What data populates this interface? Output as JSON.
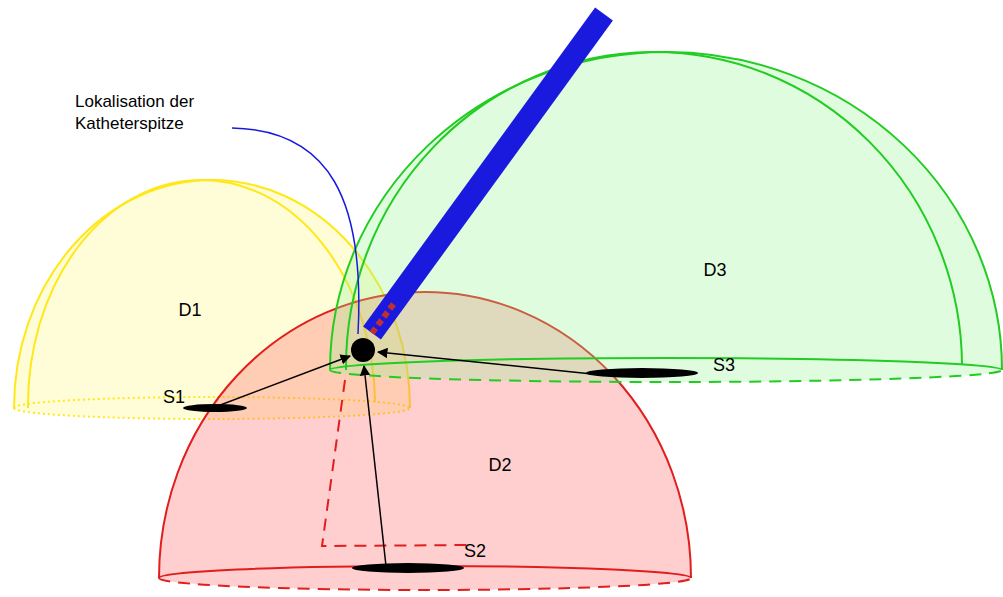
{
  "diagram": {
    "nodes": [
      {
        "text": [
          "D1"
        ]
      },
      {
        "text": [
          "D2"
        ]
      },
      {
        "text": [
          "D3"
        ]
      }
    ],
    "labels": [
      "Lokalisation der Katheterspitze",
      "S1",
      "S2",
      "S3"
    ]
  }
}
